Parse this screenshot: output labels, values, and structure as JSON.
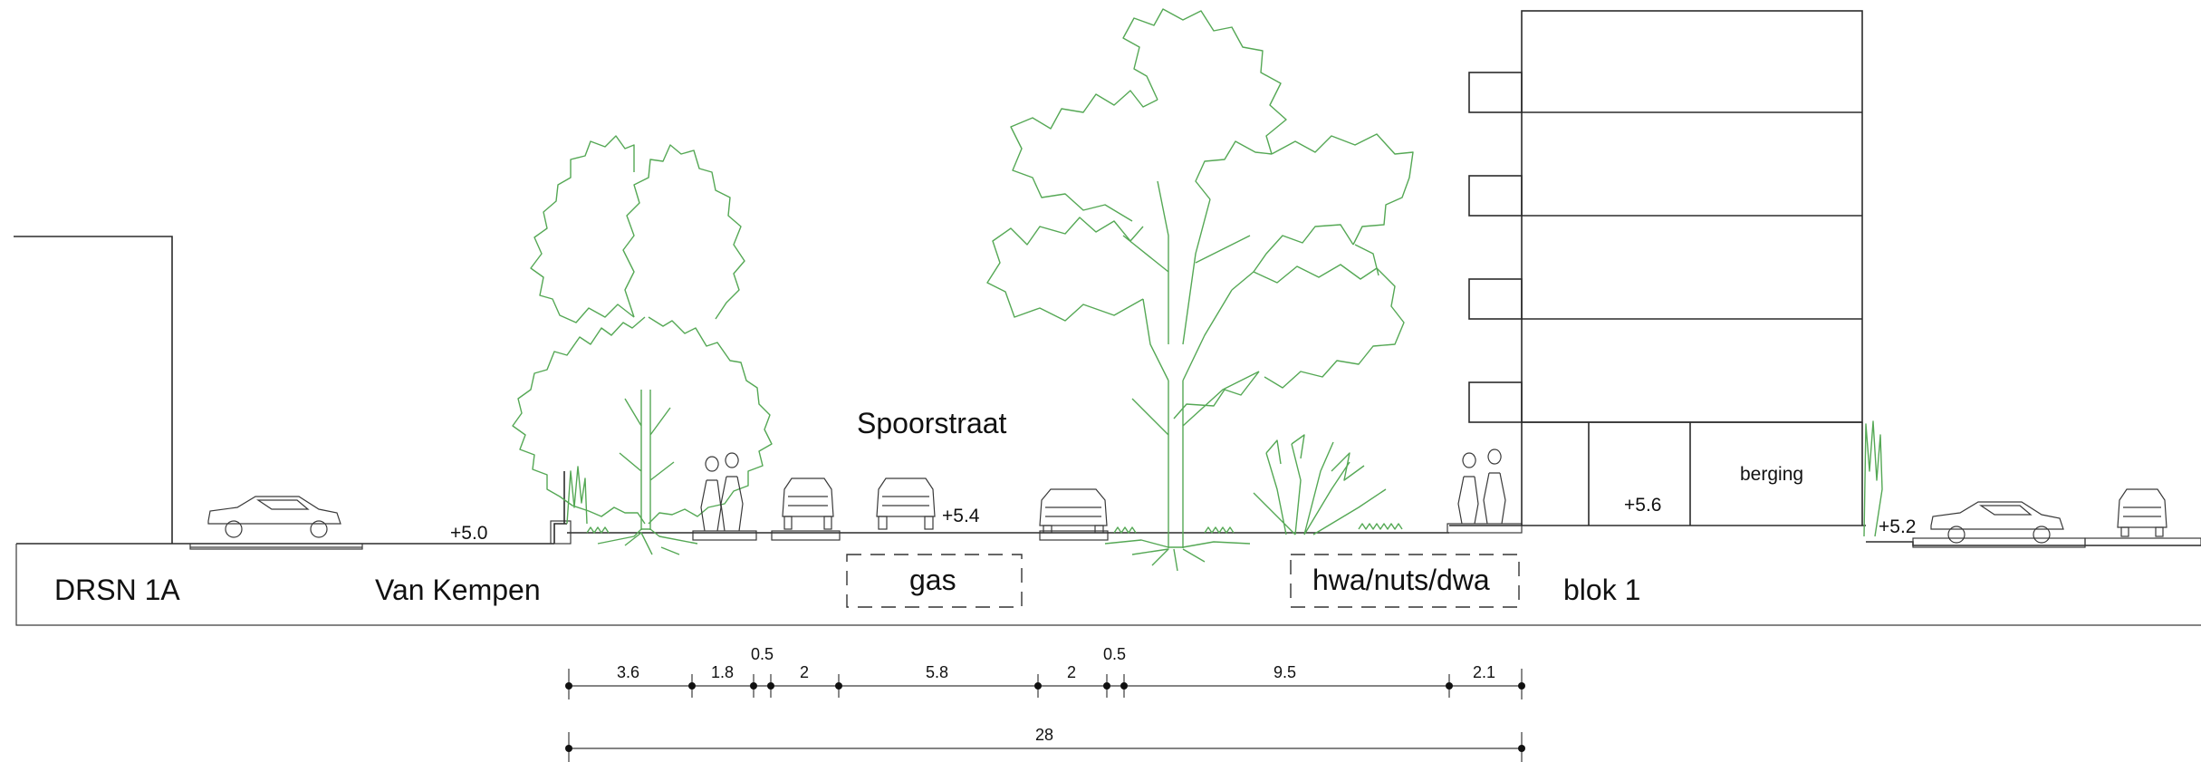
{
  "labels": {
    "street_name": "Spoorstraat",
    "left_building": "DRSN 1A",
    "left_street": "Van Kempen",
    "right_building": "blok 1",
    "storage": "berging"
  },
  "levels": {
    "left": "+5.0",
    "street": "+5.4",
    "block": "+5.6",
    "right": "+5.2"
  },
  "utilities": {
    "gas": "gas",
    "water_power": "hwa/nuts/dwa"
  },
  "dimensions": {
    "segments": [
      "3.6",
      "1.8",
      "0.5",
      "2",
      "5.8",
      "2",
      "0.5",
      "9.5",
      "2.1"
    ],
    "total": "28"
  }
}
